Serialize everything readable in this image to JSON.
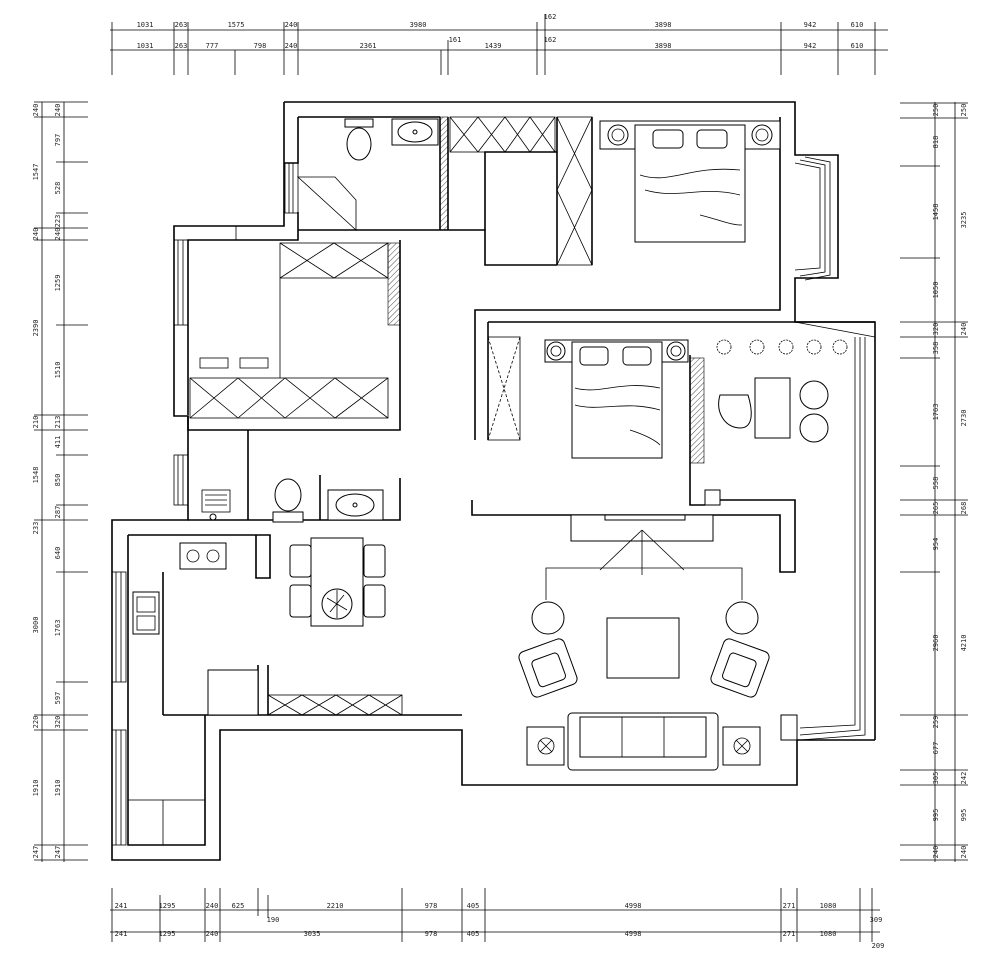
{
  "dimensions": {
    "top_row1": [
      "1031",
      "263",
      "1575",
      "240",
      "3980",
      "3898",
      "942",
      "610"
    ],
    "top_row2": [
      "1031",
      "263",
      "777",
      "798",
      "240",
      "2361",
      "1439",
      "3898",
      "942",
      "610"
    ],
    "top_notes": [
      "162",
      "162",
      "161"
    ],
    "left_col1": [
      "240",
      "1547",
      "240",
      "2390",
      "210",
      "1548",
      "233",
      "3000",
      "220",
      "1910",
      "247"
    ],
    "left_col2": [
      "240",
      "797",
      "528",
      "223",
      "240",
      "1259",
      "1510",
      "213",
      "411",
      "850",
      "287",
      "640",
      "1763",
      "597",
      "320",
      "1910",
      "247"
    ],
    "right_col1": [
      "250",
      "818",
      "1458",
      "1050",
      "320",
      "358",
      "1763",
      "558",
      "265",
      "954",
      "2960",
      "259",
      "677",
      "305",
      "995",
      "240"
    ],
    "right_col2": [
      "250",
      "3235",
      "240",
      "2730",
      "268",
      "4210",
      "242",
      "995",
      "240"
    ],
    "bottom_row1": [
      "241",
      "1295",
      "240",
      "625",
      "2210",
      "978",
      "405",
      "4998",
      "271",
      "1080",
      "309"
    ],
    "bottom_row2": [
      "241",
      "1295",
      "240",
      "3035",
      "978",
      "405",
      "4998",
      "271",
      "1080",
      "209"
    ],
    "bottom_notes": [
      "190"
    ]
  }
}
